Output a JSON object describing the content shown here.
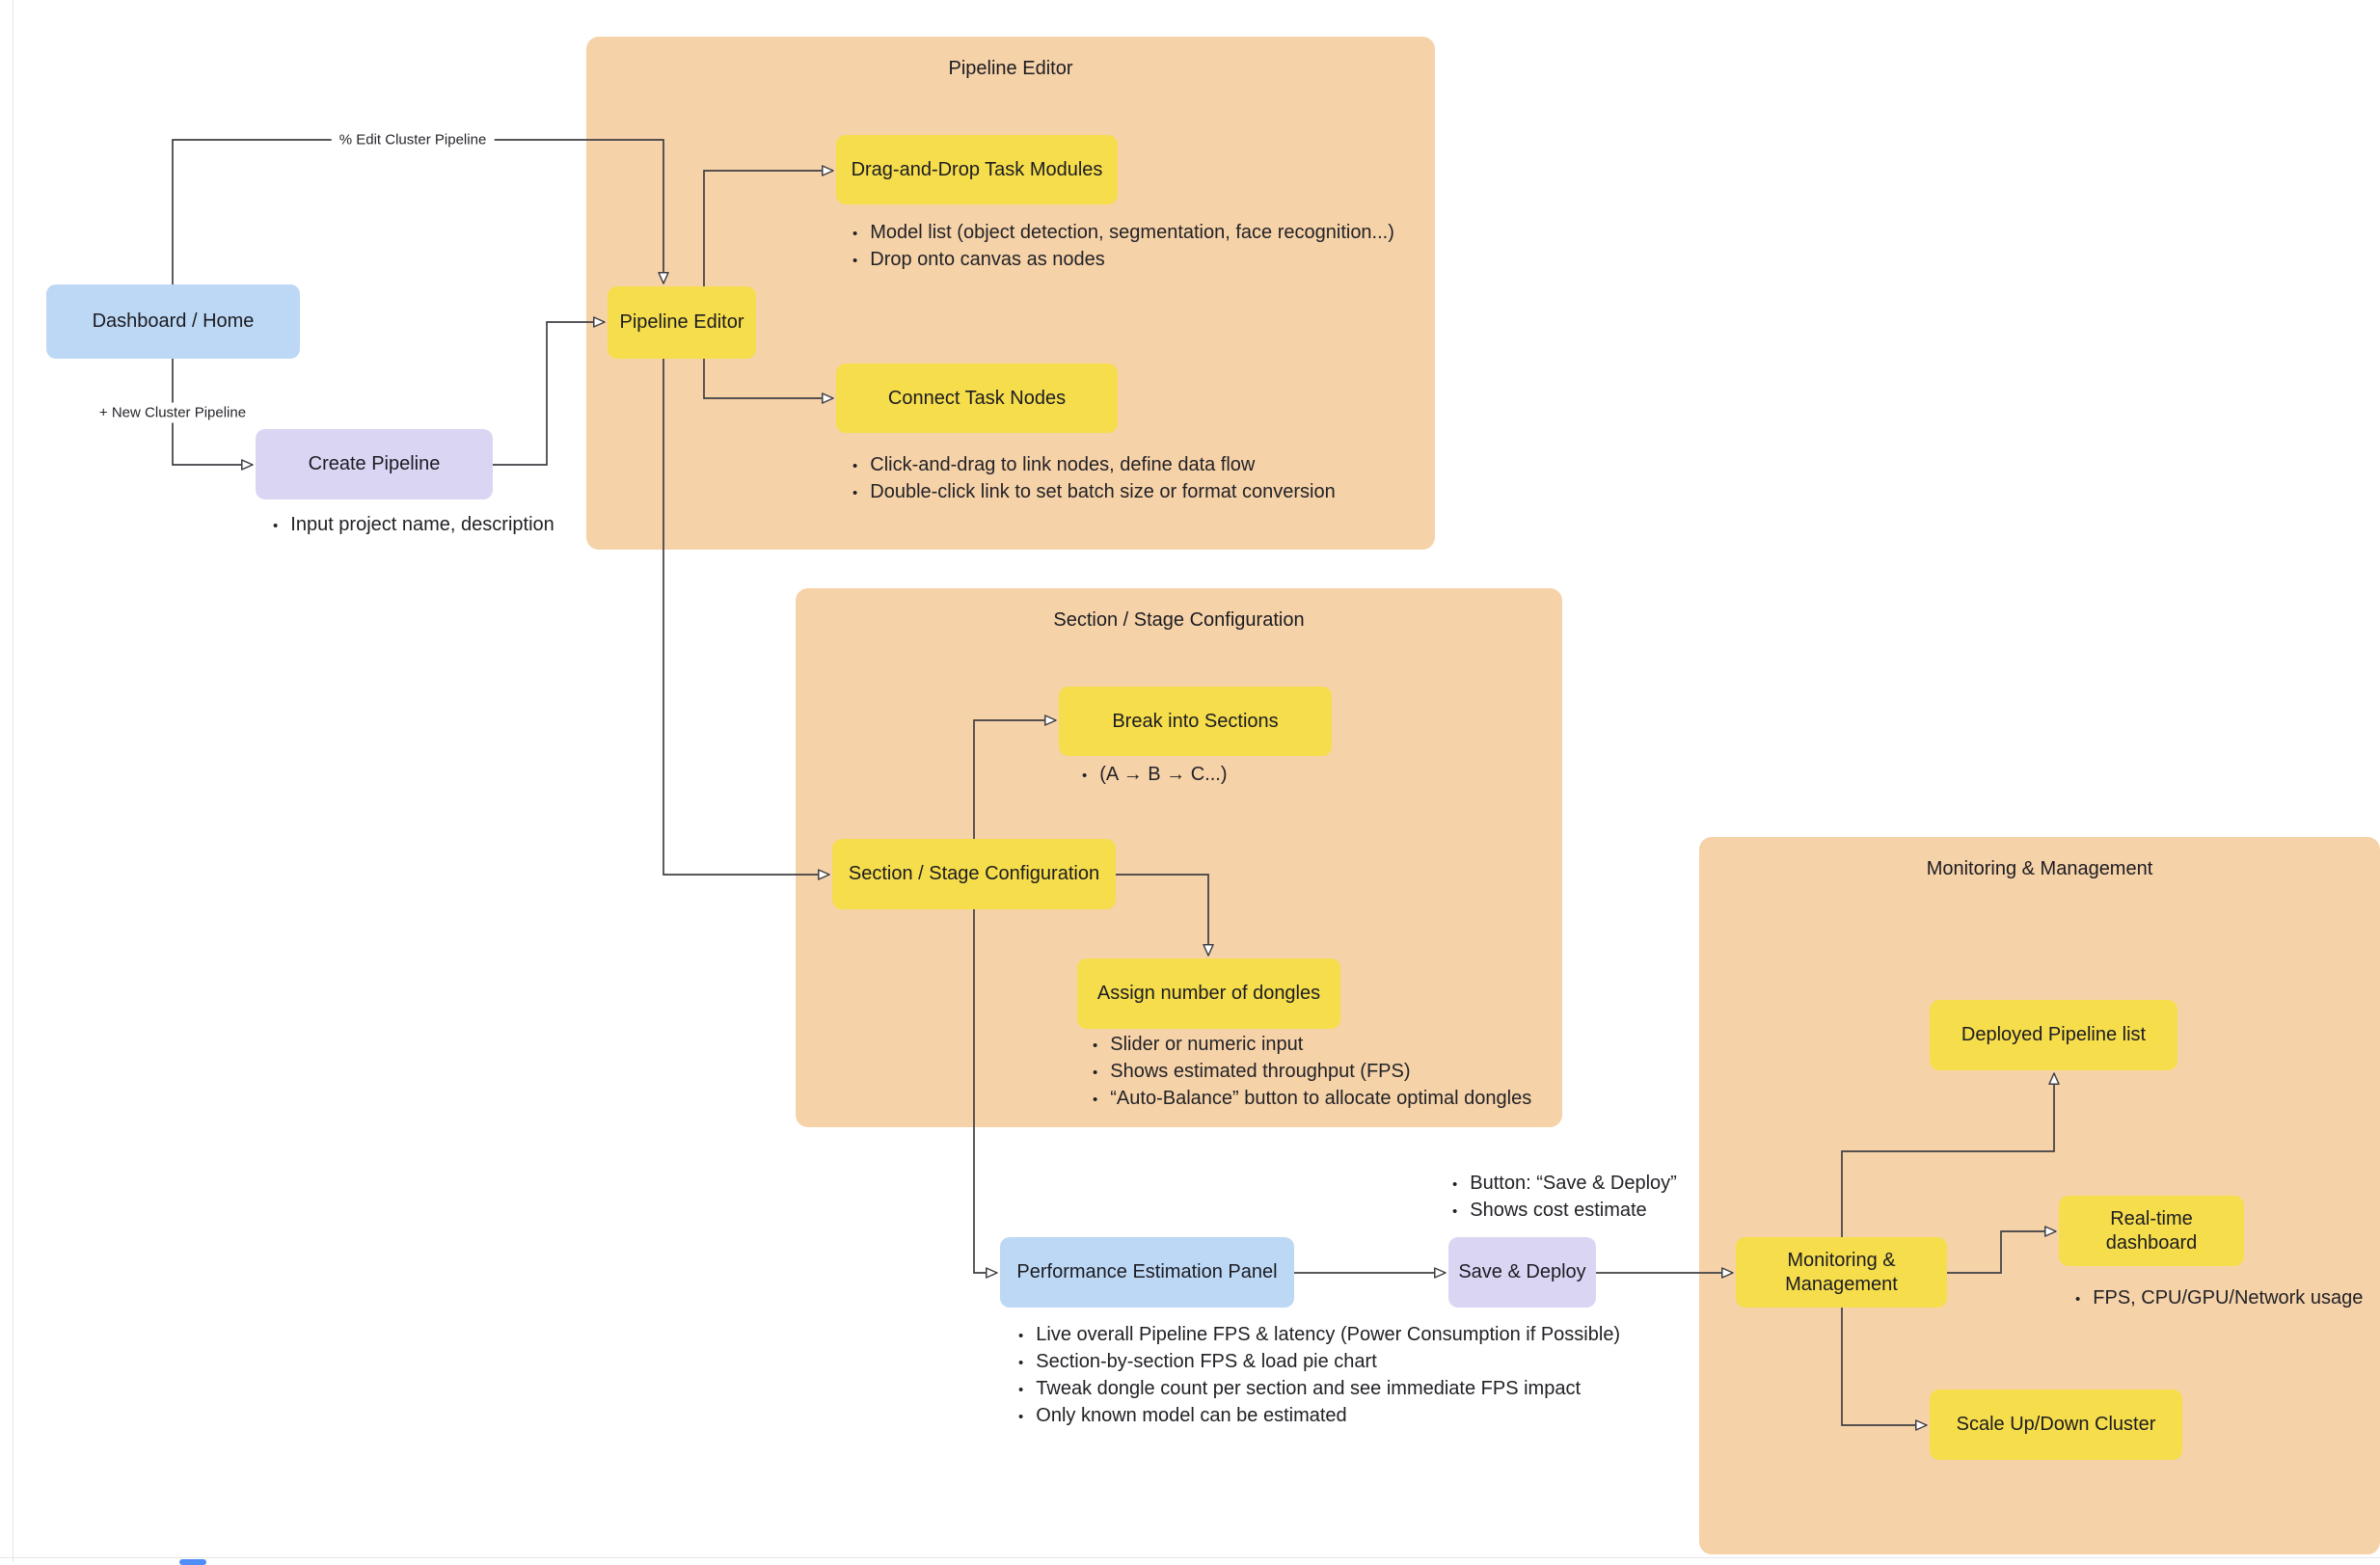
{
  "colors": {
    "container_bg": "#f6d2a8",
    "node_yellow": "#f6dd4b",
    "node_blue": "#bdd8f5",
    "node_purple": "#dbd5f4",
    "edge_stroke": "#3f3f44",
    "canvas_bg": "#ffffff",
    "scroll_thumb": "#4f8ef7"
  },
  "containers": {
    "pipeline_editor": {
      "title": "Pipeline Editor"
    },
    "section_stage": {
      "title": "Section / Stage Configuration"
    },
    "monitoring": {
      "title": "Monitoring & Management"
    }
  },
  "nodes": {
    "dashboard": {
      "label": "Dashboard / Home"
    },
    "create_pipeline": {
      "label": "Create Pipeline"
    },
    "pipeline_editor": {
      "label": "Pipeline Editor"
    },
    "drag_drop": {
      "label": "Drag-and-Drop Task Modules"
    },
    "connect_nodes": {
      "label": "Connect Task Nodes"
    },
    "break_sections": {
      "label": "Break into Sections"
    },
    "section_stage": {
      "label": "Section / Stage Configuration"
    },
    "assign_dongles": {
      "label": "Assign number of dongles"
    },
    "performance_panel": {
      "label": "Performance Estimation Panel"
    },
    "save_deploy": {
      "label": "Save & Deploy"
    },
    "monitoring": {
      "label": "Monitoring & Management"
    },
    "deployed_list": {
      "label": "Deployed Pipeline list"
    },
    "realtime_dashboard": {
      "label": "Real-time dashboard"
    },
    "scale_cluster": {
      "label": "Scale Up/Down Cluster"
    }
  },
  "edge_labels": {
    "edit_pipeline": "% Edit Cluster Pipeline",
    "new_pipeline": "+ New Cluster Pipeline"
  },
  "notes": {
    "create_pipeline": [
      "Input project name, description"
    ],
    "drag_drop": [
      "Model list (object detection, segmentation, face recognition...)",
      "Drop onto canvas as nodes"
    ],
    "connect_nodes": [
      "Click-and-drag to link nodes, define data flow",
      "Double-click link to set batch size or format conversion"
    ],
    "break_sections": [
      "(A → B → C...)"
    ],
    "assign_dongles": [
      "Slider or numeric input",
      "Shows estimated throughput (FPS)",
      "“Auto-Balance” button to allocate optimal dongles"
    ],
    "save_deploy": [
      "Button: “Save & Deploy”",
      "Shows cost estimate"
    ],
    "performance_panel": [
      "Live overall Pipeline FPS & latency (Power Consumption if Possible)",
      "Section-by-section FPS & load pie chart",
      "Tweak dongle count per section and see immediate FPS impact",
      "Only known model can be estimated"
    ],
    "realtime_dashboard": [
      "FPS, CPU/GPU/Network usage"
    ]
  }
}
